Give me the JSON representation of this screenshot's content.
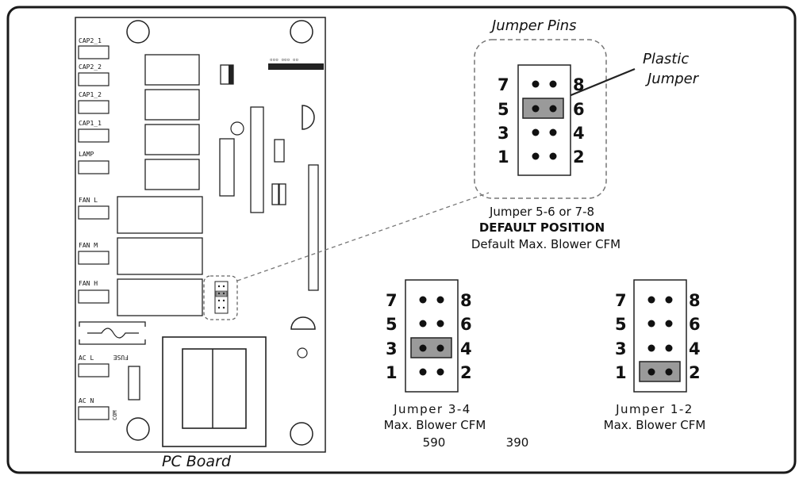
{
  "pc_board": {
    "caption": "PC Board",
    "labels": [
      "CAP2_1",
      "CAP2_2",
      "CAP1_2",
      "CAP1_1",
      "LAMP",
      "FAN L",
      "FAN M",
      "FAN H",
      "AC L",
      "AC N"
    ],
    "fuse_label": "FUSE",
    "com_label": "COM"
  },
  "callout": {
    "title": "Jumper Pins",
    "plastic_jumper_line1": "Plastic",
    "plastic_jumper_line2": "Jumper",
    "caption_line1": "Jumper  5-6 or 7-8",
    "caption_line2": "DEFAULT POSITION",
    "caption_line3": "Default Max. Blower CFM"
  },
  "pin_numbers": {
    "left": [
      "7",
      "5",
      "3",
      "1"
    ],
    "right": [
      "8",
      "6",
      "4",
      "2"
    ]
  },
  "jumper_3_4": {
    "caption_line1": "Jumper  3-4",
    "caption_line2": "Max. Blower CFM",
    "cfm_value": "590"
  },
  "jumper_1_2": {
    "caption_line1": "Jumper  1-2",
    "caption_line2": "Max. Blower CFM",
    "cfm_value": "390"
  },
  "colors": {
    "frame": "#1a1a1a",
    "jumper_fill": "#9a9a9a",
    "dashed": "#777777"
  }
}
